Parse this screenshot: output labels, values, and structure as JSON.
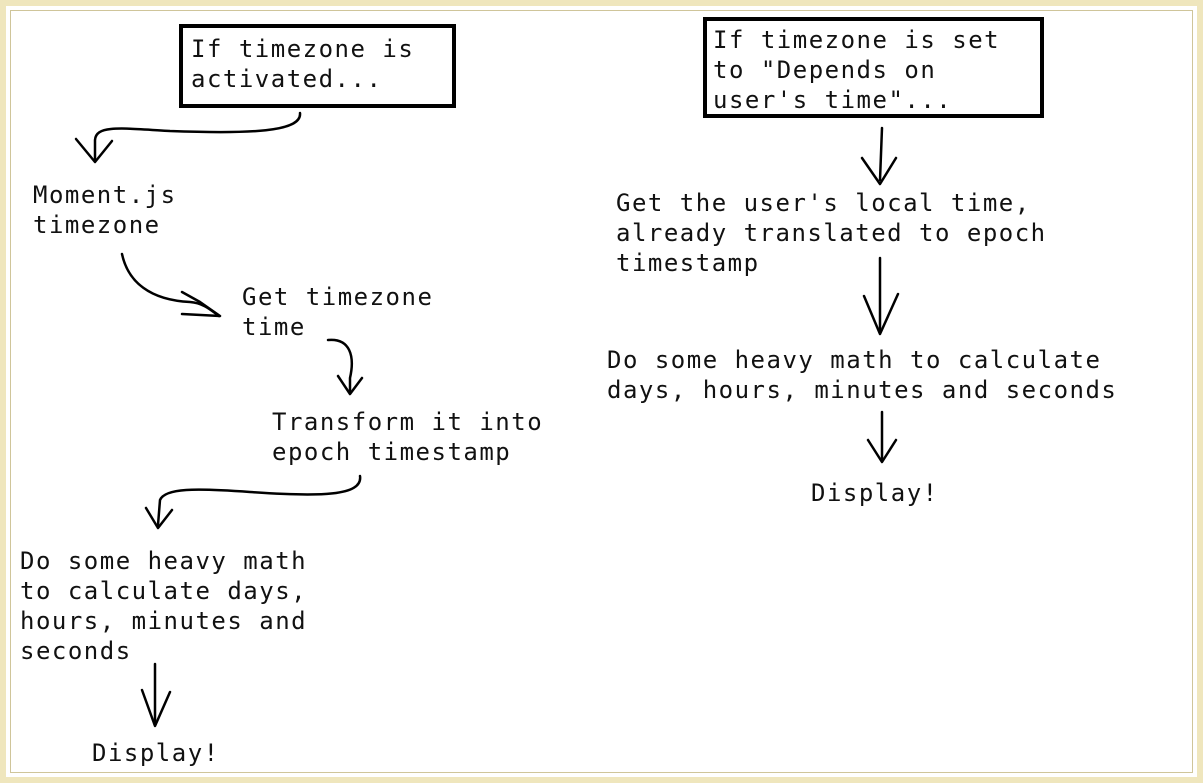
{
  "diagram": {
    "left_flow": {
      "condition": "If timezone is\nactivated...",
      "step1": "Moment.js\ntimezone",
      "step2": "Get timezone\ntime",
      "step3": "Transform it into\nepoch timestamp",
      "step4": "Do some heavy math\nto calculate days,\nhours, minutes and\nseconds",
      "step5": "Display!"
    },
    "right_flow": {
      "condition": "If timezone is set\nto \"Depends on\nuser's time\"...",
      "step1": "Get the user's local time,\nalready translated to epoch\ntimestamp",
      "step2": "Do some heavy math to calculate\ndays, hours, minutes and seconds",
      "step3": "Display!"
    },
    "colors": {
      "frame": "#efe6bd",
      "ink": "#000000"
    }
  }
}
